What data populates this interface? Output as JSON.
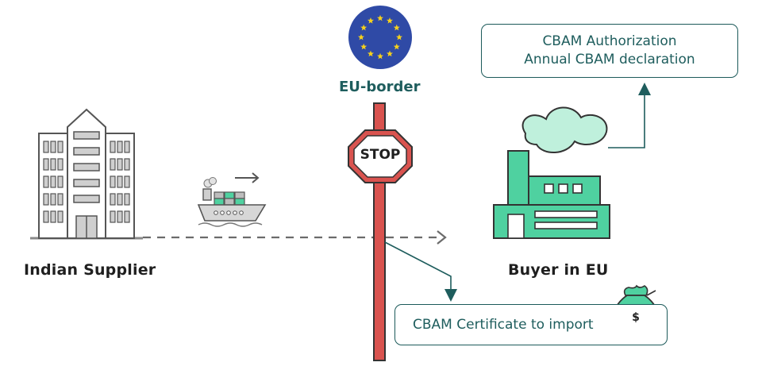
{
  "eu_border": {
    "label": "EU-border",
    "flag_color": "#2f4aa6",
    "star_color": "#f6d11c"
  },
  "stop_sign": {
    "text": "STOP",
    "color": "#d9534f"
  },
  "supplier": {
    "label": "Indian  Supplier"
  },
  "buyer": {
    "label": "Buyer in EU"
  },
  "obligations_box": {
    "line1": "CBAM Authorization",
    "line2": "Annual CBAM declaration"
  },
  "certificate_box": {
    "label": "CBAM Certificate to import"
  },
  "colors": {
    "accent": "#1e5d5d",
    "green": "#4fd1a0",
    "mint": "#bff0dc",
    "grey": "#6b6b6b"
  }
}
